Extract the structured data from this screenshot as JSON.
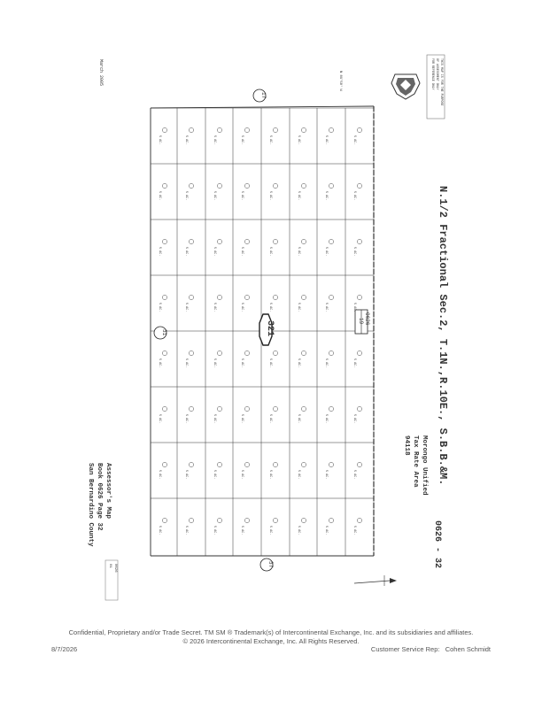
{
  "map": {
    "title": "N.1/2 Fractional Sec.2, T.1N.,R.10E., S.B.B.&M.",
    "page_id": "0626 - 32",
    "district": [
      "Morongo Unified",
      "Tax Rate Area",
      "94118"
    ],
    "assessor": [
      "Assessor's Map",
      "Book 0626 Page 32",
      "San Bernardino County"
    ],
    "date": "March 2005",
    "reference_box": [
      "THIS MAP IS FOR THE PURPOSE",
      "OF ASSESSMENT ONLY",
      "FOR REFERENCE ONLY"
    ],
    "book_badge": "321",
    "stamp_top": [
      "0626",
      "19"
    ],
    "circle_labels": [
      "17",
      "31",
      "37"
    ],
    "acreage_unit": "5 AC.",
    "stamp_bottom": [
      "0626",
      "01"
    ]
  },
  "footer": {
    "line1": "Confidential, Proprietary and/or Trade Secret.  TM SM ® Trademark(s) of Intercontinental Exchange, Inc. and its subsidiaries and affiliates.",
    "line2": "© 2026 Intercontinental Exchange, Inc. All Rights Reserved.",
    "date": "8/7/2026",
    "rep_label": "Customer Service Rep:",
    "rep_name": "Cohen Schmidt"
  }
}
